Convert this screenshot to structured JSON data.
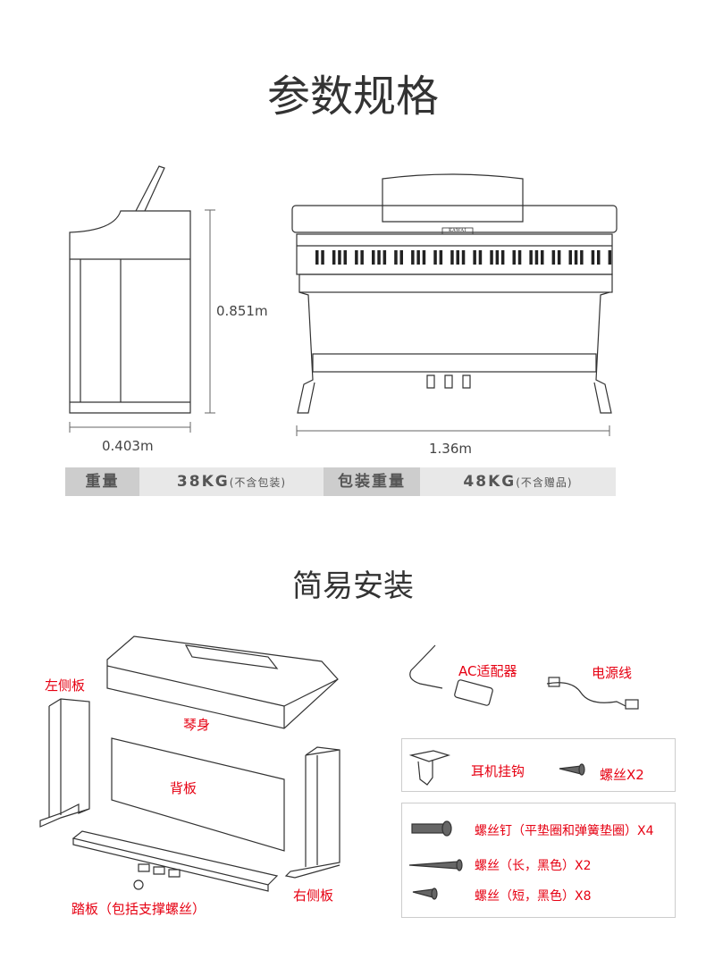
{
  "spec_section": {
    "title": "参数规格",
    "height": "0.851m",
    "depth": "0.403m",
    "width": "1.36m",
    "brand_plate": "KAWAI",
    "table": [
      {
        "label": "重量",
        "value": "38KG",
        "note": "(不含包装)"
      },
      {
        "label": "包装重量",
        "value": "48KG",
        "note": "(不含赠品)"
      }
    ]
  },
  "install_section": {
    "title": "简易安装",
    "parts": {
      "left_panel": "左侧板",
      "body": "琴身",
      "back_panel": "背板",
      "right_panel": "右侧板",
      "pedal": "踏板（包括支撑螺丝）",
      "ac_adapter": "AC适配器",
      "power_cord": "电源线"
    },
    "accessories_box1": [
      {
        "label": "耳机挂钩"
      },
      {
        "label": "螺丝X2"
      }
    ],
    "accessories_box2": [
      {
        "label": "螺丝钉（平垫圈和弹簧垫圈）X4"
      },
      {
        "label": "螺丝（长，黑色）X2"
      },
      {
        "label": "螺丝（短，黑色）X8"
      }
    ]
  },
  "colors": {
    "label_red": "#e60012",
    "text": "#333333",
    "cell_dark": "#cdcdcd",
    "cell_light": "#e8e8e8"
  }
}
